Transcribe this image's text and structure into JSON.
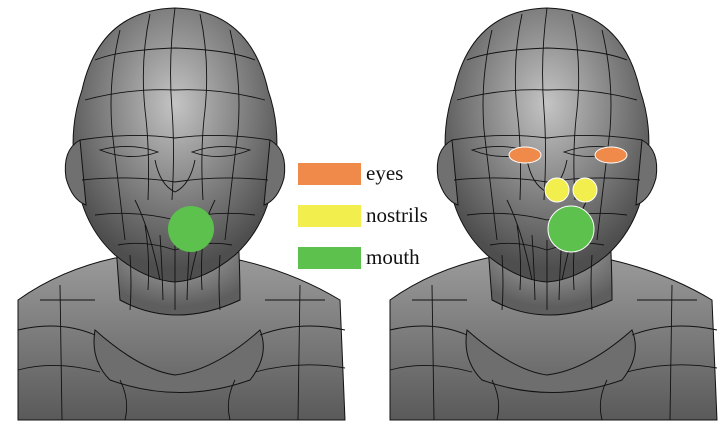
{
  "legend": {
    "items": [
      {
        "label": "eyes",
        "color": "#F08A4B"
      },
      {
        "label": "nostrils",
        "color": "#F1EE4D"
      },
      {
        "label": "mouth",
        "color": "#5CC24D"
      }
    ]
  },
  "colors": {
    "mesh_fill": "#7A7A7A",
    "mesh_highlight": "#B8B8B8",
    "mesh_shadow": "#4A4A4A",
    "mesh_lines": "#111111",
    "eyes": "#F08A4B",
    "nostrils": "#F1EE4D",
    "mouth": "#5CC24D"
  },
  "panels": [
    {
      "regions_marked": [
        "mouth"
      ]
    },
    {
      "regions_marked": [
        "eyes",
        "nostrils",
        "mouth"
      ]
    }
  ]
}
